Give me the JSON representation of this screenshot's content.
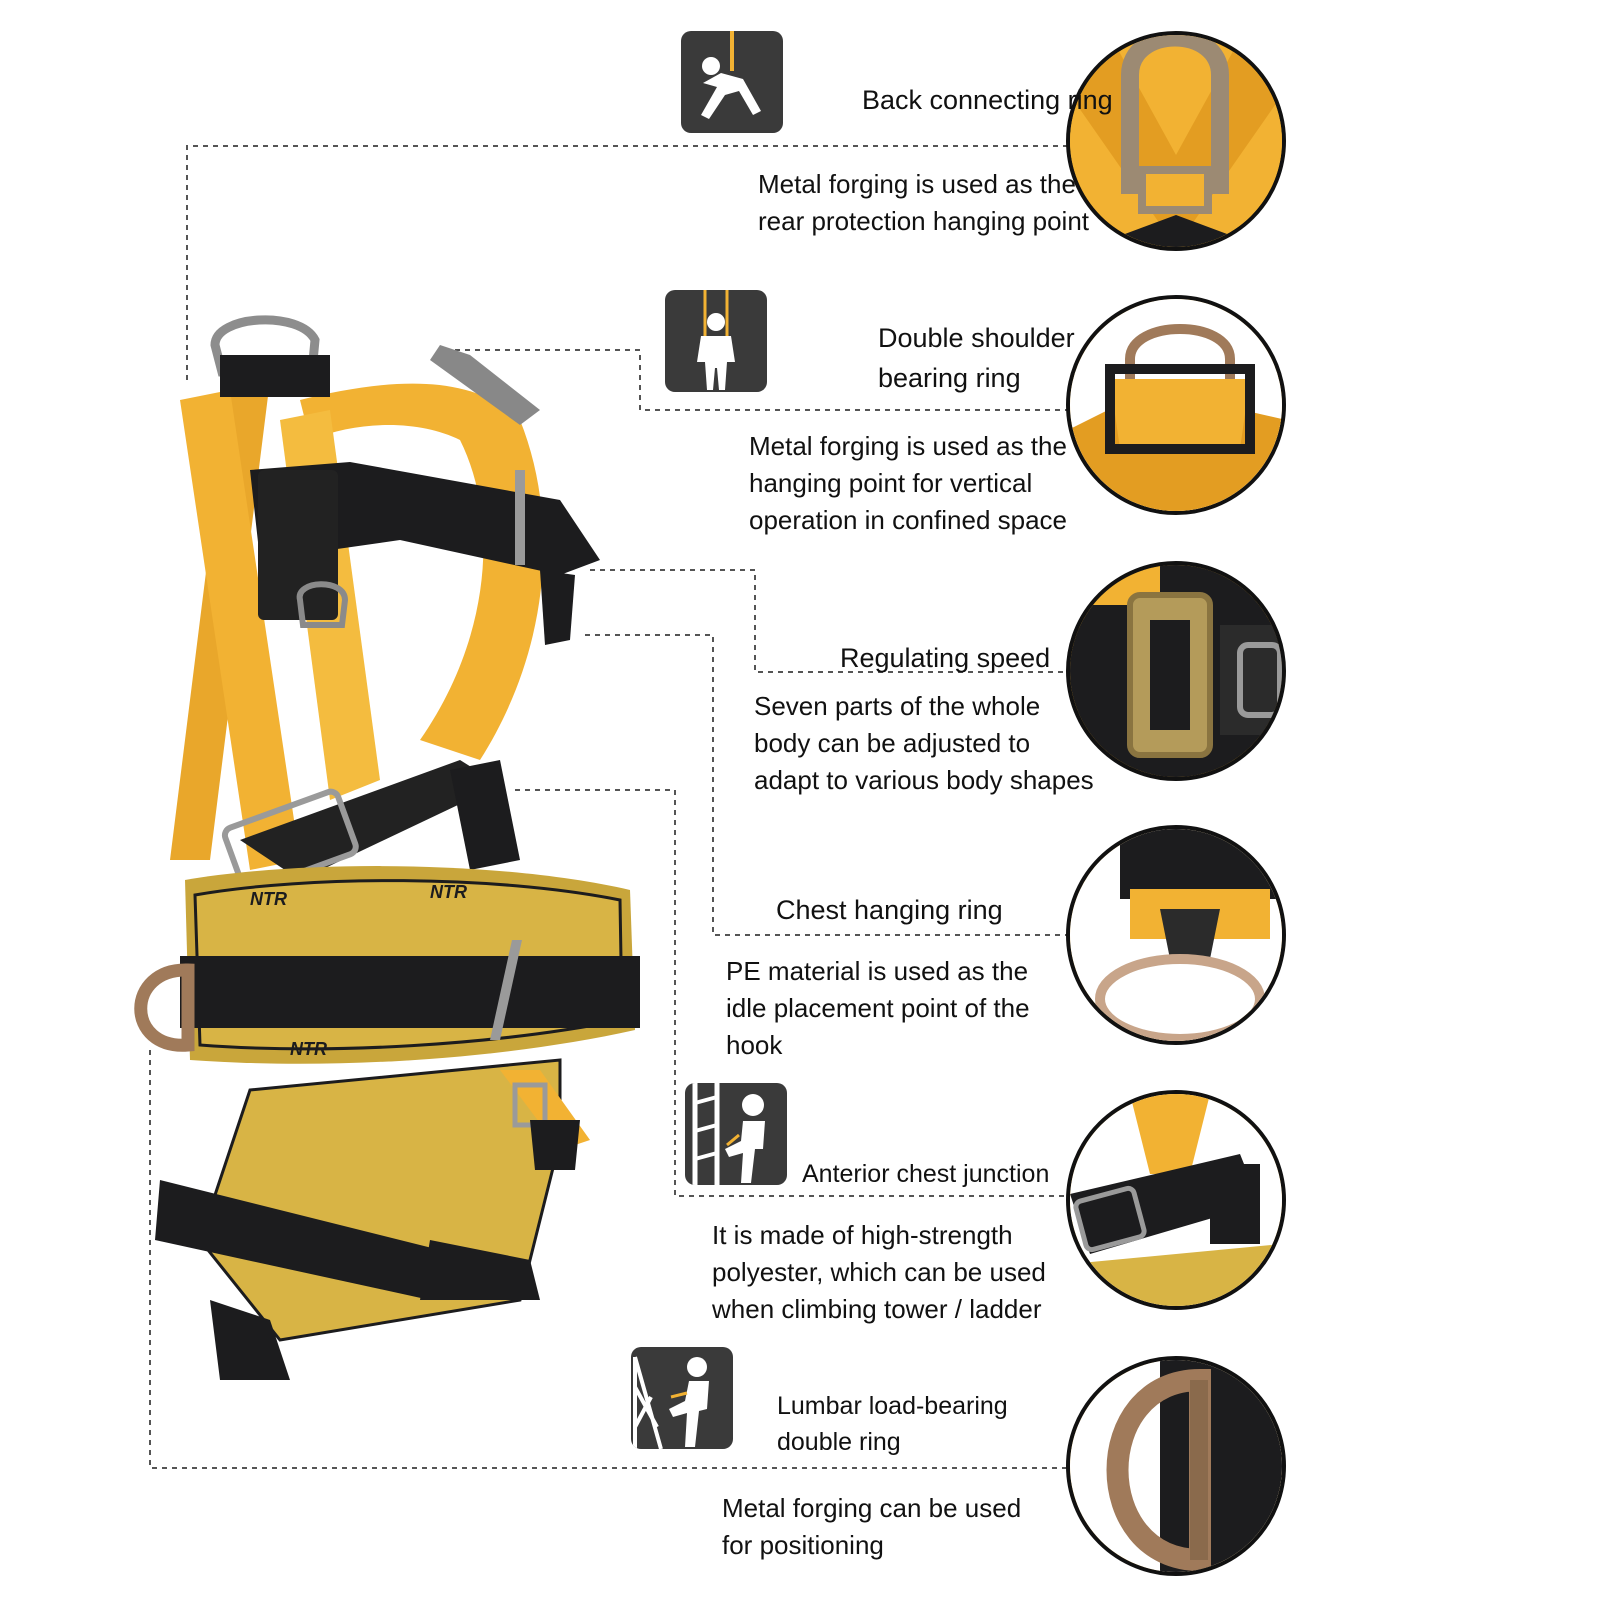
{
  "features": [
    {
      "title": "Back connecting ring",
      "description": "Metal forging is used as the\nrear protection hanging point",
      "icon": "person-falling-rope-icon",
      "detail": "back-ring-closeup"
    },
    {
      "title": "Double shoulder\nbearing ring",
      "description": "Metal forging is used as the\nhanging point for vertical\noperation in confined space",
      "icon": "person-suspended-icon",
      "detail": "shoulder-ring-closeup"
    },
    {
      "title": "Regulating speed",
      "description": "Seven parts of the whole\nbody can be adjusted to\nadapt to various body shapes",
      "icon": "",
      "detail": "buckle-closeup"
    },
    {
      "title": "Chest hanging ring",
      "description": "PE material is used as the\nidle placement point of the\nhook",
      "icon": "",
      "detail": "chest-ring-closeup"
    },
    {
      "title": "Anterior chest junction",
      "description": "It is made of high-strength\npolyester, which can be used\nwhen climbing tower / ladder",
      "icon": "person-climbing-ladder-icon",
      "detail": "chest-junction-closeup"
    },
    {
      "title": "Lumbar load-bearing\ndouble ring",
      "description": "Metal forging can be used\nfor positioning",
      "icon": "person-climbing-tower-icon",
      "detail": "lumbar-ring-closeup"
    }
  ],
  "brand": {
    "belt_text": "NTR"
  },
  "colors": {
    "webbing": "#f2b233",
    "strap": "#1c1c1e",
    "metal": "#a07a5a",
    "icon_bg": "#3a3a3a",
    "leader": "#555555"
  }
}
